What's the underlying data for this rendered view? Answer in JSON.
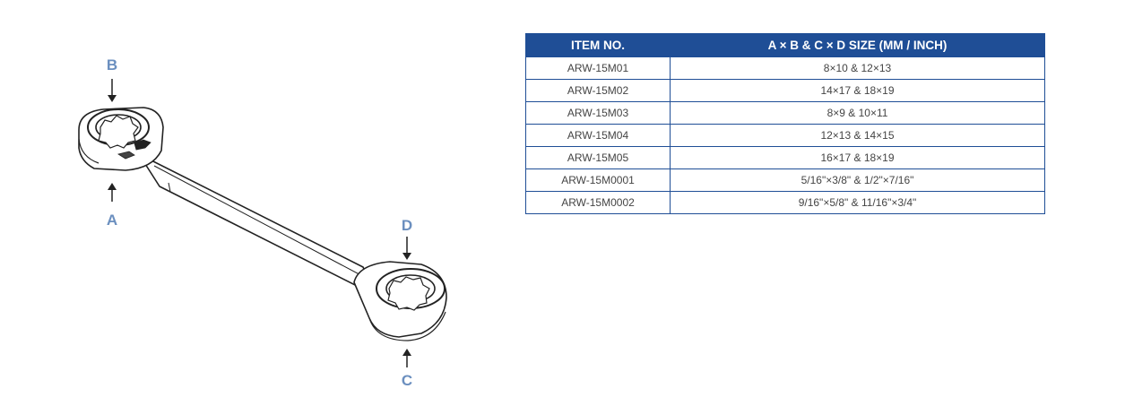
{
  "figure": {
    "label_a": "A",
    "label_b": "B",
    "label_c": "C",
    "label_d": "D"
  },
  "table": {
    "headers": [
      "ITEM NO.",
      "A × B & C × D SIZE (MM / INCH)"
    ],
    "rows": [
      [
        "ARW-15M01",
        "8×10 & 12×13"
      ],
      [
        "ARW-15M02",
        "14×17 & 18×19"
      ],
      [
        "ARW-15M03",
        "8×9 & 10×11"
      ],
      [
        "ARW-15M04",
        "12×13 & 14×15"
      ],
      [
        "ARW-15M05",
        "16×17 & 18×19"
      ],
      [
        "ARW-15M0001",
        "5/16\"×3/8\" & 1/2\"×7/16\""
      ],
      [
        "ARW-15M0002",
        "9/16\"×5/8\" & 11/16\"×3/4\""
      ]
    ]
  },
  "colors": {
    "header_bg": "#1f4e96",
    "border": "#1f4e96",
    "dimension_letter": "#6b8fbf"
  }
}
